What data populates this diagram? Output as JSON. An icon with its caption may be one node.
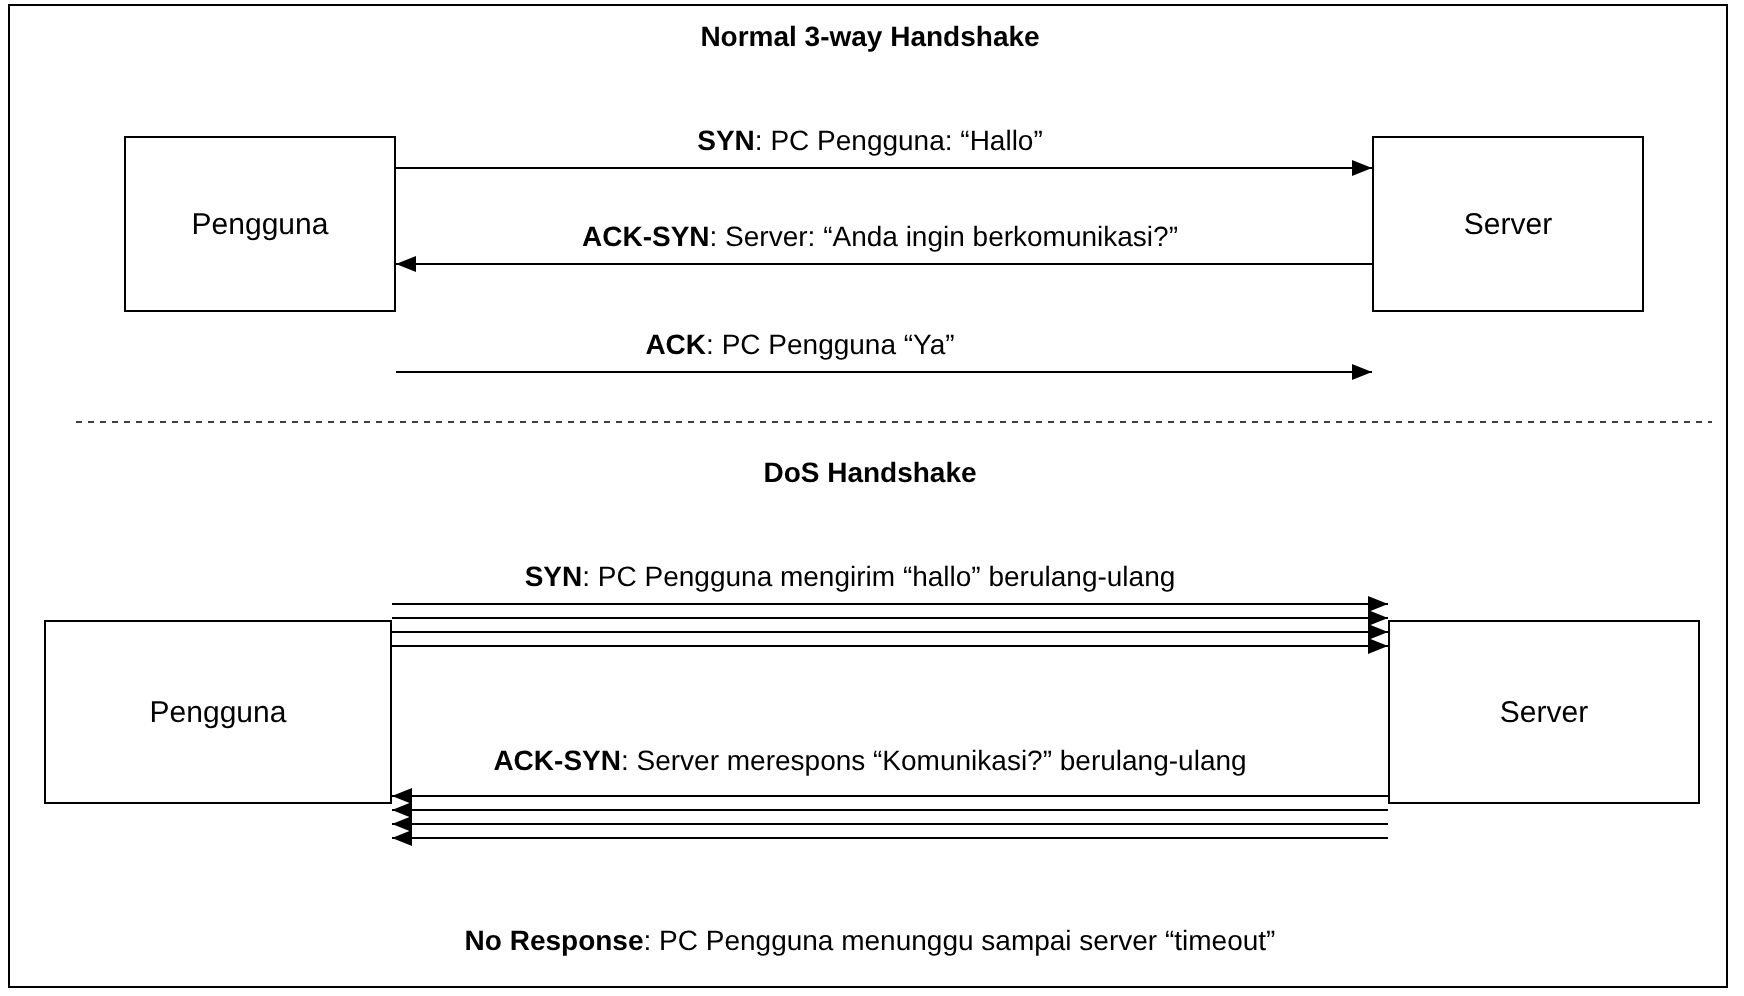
{
  "diagram": {
    "nodes": [
      {
        "text": [
          "Pengguna"
        ]
      },
      {
        "text": [
          "Server"
        ]
      },
      {
        "text": [
          "Pengguna"
        ]
      },
      {
        "text": [
          "Server"
        ]
      }
    ],
    "edges": [
      {
        "from": 0,
        "to": 1,
        "arrow": "to",
        "label": "**SYN**: PC Pengguna: “Hallo”"
      },
      {
        "from": 1,
        "to": 0,
        "arrow": "to",
        "label": "**ACK-SYN**: Server: “Anda ingin berkomunikasi?”"
      },
      {
        "from": 0,
        "to": 1,
        "arrow": "to",
        "label": "**ACK**: PC Pengguna “Ya”"
      },
      {
        "from": 2,
        "to": 3,
        "arrow": "to",
        "label": "**SYN**: PC Pengguna mengirim “hallo” berulang-ulang"
      },
      {
        "from": 2,
        "to": 3,
        "arrow": "to"
      },
      {
        "from": 2,
        "to": 3,
        "arrow": "to"
      },
      {
        "from": 2,
        "to": 3,
        "arrow": "to"
      },
      {
        "from": 3,
        "to": 2,
        "arrow": "to",
        "label": "**ACK-SYN**: Server merespons “Komunikasi?” berulang-ulang"
      },
      {
        "from": 3,
        "to": 2,
        "arrow": "to"
      },
      {
        "from": 3,
        "to": 2,
        "arrow": "to"
      },
      {
        "from": 3,
        "to": 2,
        "arrow": "to"
      }
    ],
    "labels": [
      "Normal 3-way Handshake",
      "DoS Handshake",
      "**No Response**: PC Pengguna menunggu sampai server “timeout”"
    ]
  }
}
